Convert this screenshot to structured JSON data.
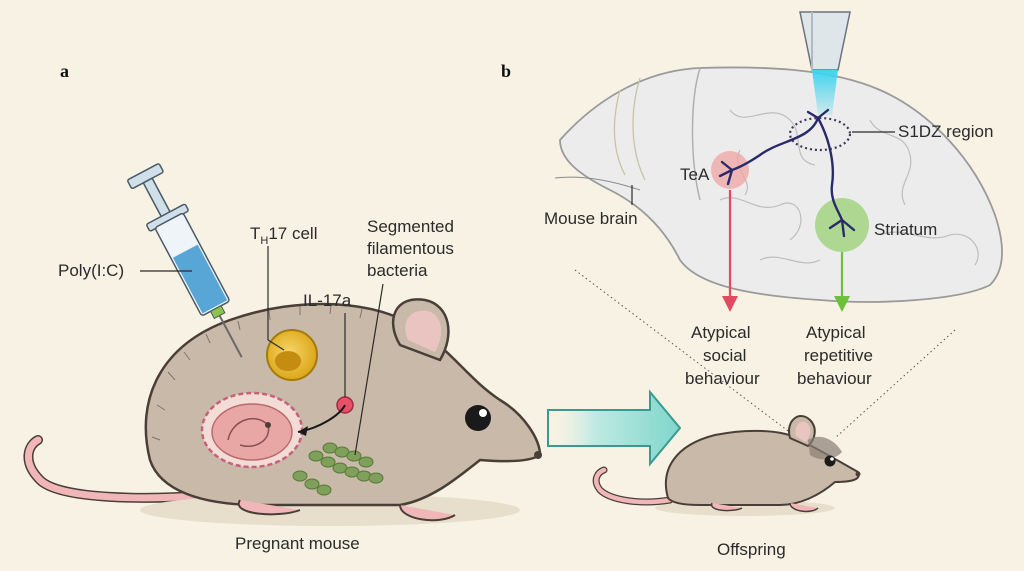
{
  "panels": {
    "a": "a",
    "b": "b"
  },
  "labels": {
    "poly_ic": "Poly(I:C)",
    "th17_T": "T",
    "th17_sub": "H",
    "th17_rest": "17 cell",
    "il17a": "IL-17a",
    "sfb_line1": "Segmented",
    "sfb_line2": "filamentous",
    "sfb_line3": "bacteria",
    "pregnant_mouse": "Pregnant mouse",
    "offspring": "Offspring",
    "mouse_brain": "Mouse brain",
    "tea": "TeA",
    "s1dz": "S1DZ region",
    "striatum": "Striatum",
    "social_line1": "Atypical",
    "social_line2": "social",
    "social_line3": "behaviour",
    "repetitive_line1": "Atypical",
    "repetitive_line2": "repetitive",
    "repetitive_line3": "behaviour"
  },
  "colors": {
    "background": "#f7f2e4",
    "mouse_body": "#c9b9a8",
    "mouse_outline": "#4a3f38",
    "tail": "#f1b7b8",
    "syringe_liquid": "#58a6d6",
    "th17_cell": "#f0c030",
    "il17a": "#e8506a",
    "bacteria": "#7fa05a",
    "embryo": "#e8a6a4",
    "brain": "#eaeaea",
    "tea_region": "#f0a4a4",
    "striatum_region": "#9fd27a",
    "neuron": "#2a2a6a",
    "social_arrow": "#e24a62",
    "repetitive_arrow": "#6cc03a",
    "big_arrow": "#8fdad0",
    "light_beam": "#4fe0ef"
  }
}
